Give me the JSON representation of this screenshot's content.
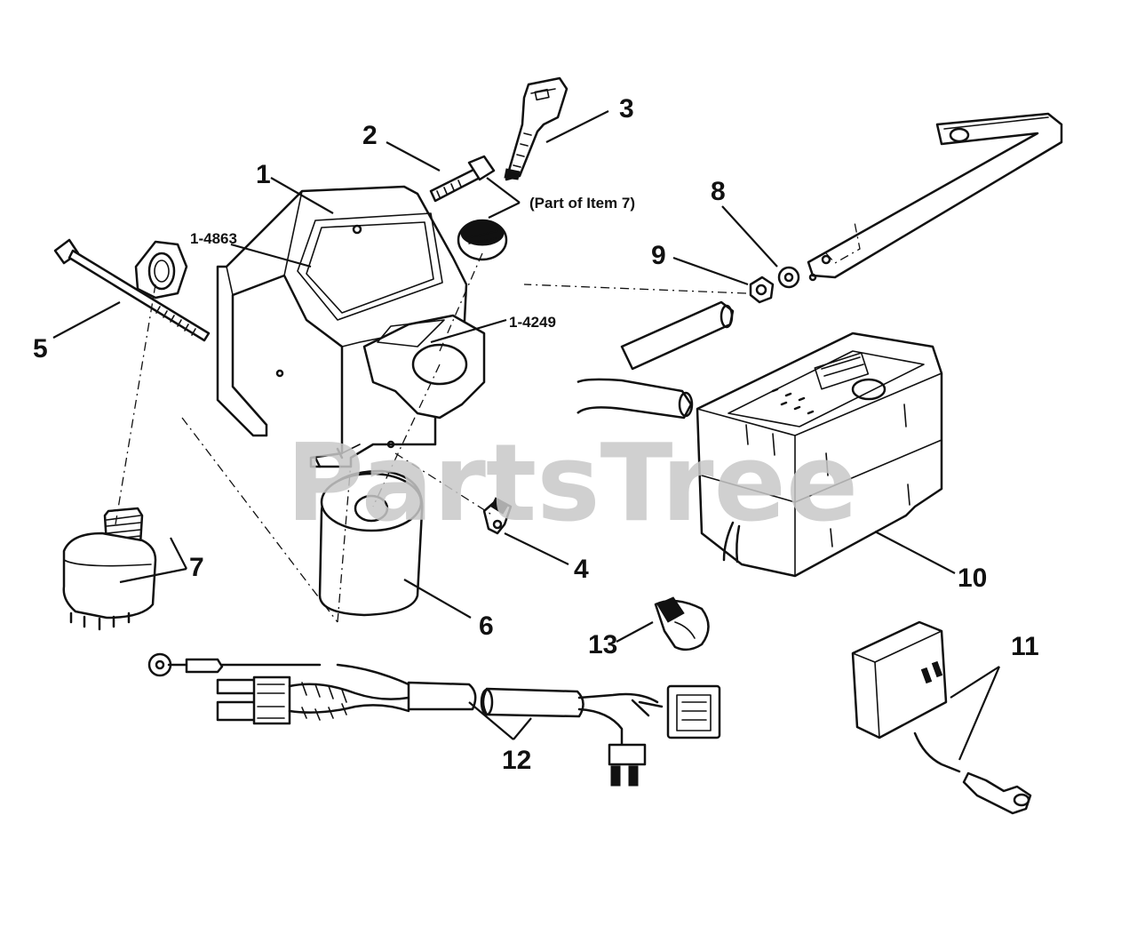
{
  "watermark": "PartsTree",
  "callouts": [
    {
      "label": "1"
    },
    {
      "label": "2"
    },
    {
      "label": "3"
    },
    {
      "label": "4"
    },
    {
      "label": "5"
    },
    {
      "label": "6"
    },
    {
      "label": "7"
    },
    {
      "label": "8"
    },
    {
      "label": "9"
    },
    {
      "label": "10"
    },
    {
      "label": "11"
    },
    {
      "label": "12"
    },
    {
      "label": "13"
    }
  ],
  "part_numbers": {
    "decal_a": "1-4863",
    "decal_b": "1-4249"
  },
  "note": "(Part of Item 7)"
}
